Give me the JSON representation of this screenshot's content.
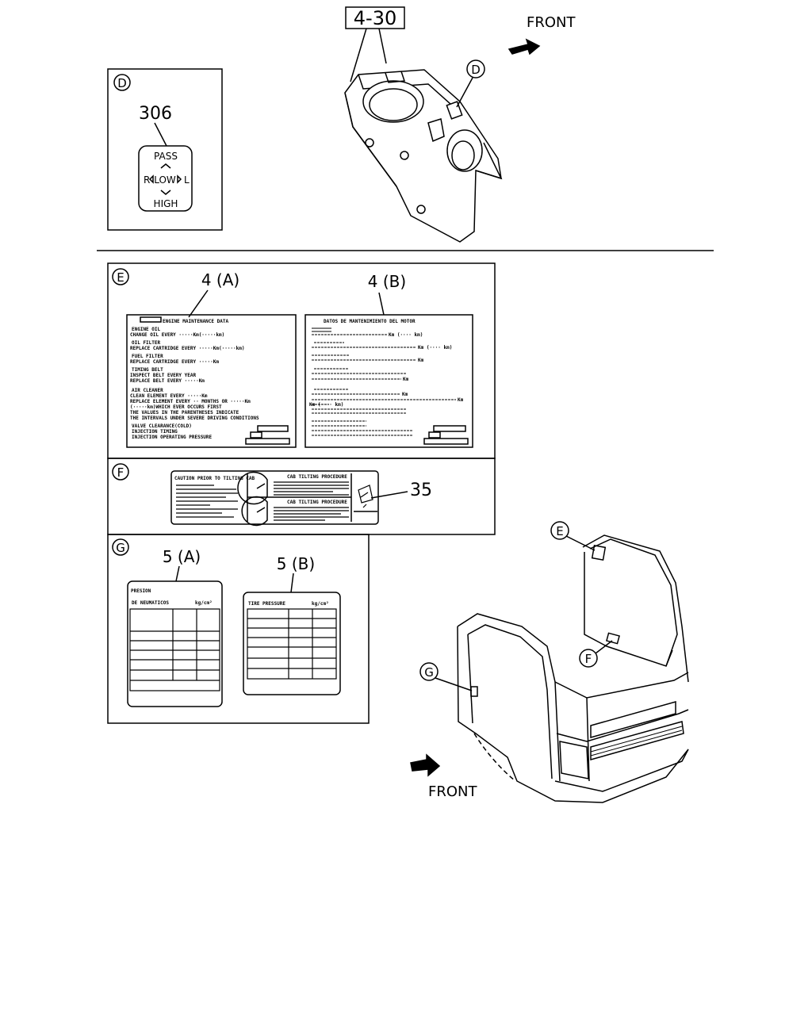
{
  "top": {
    "part_ref": "4-30",
    "front_label": "FRONT",
    "callout_d": "D"
  },
  "panel_d": {
    "id": "D",
    "part_number": "306",
    "switch": {
      "top": "PASS",
      "left": "R",
      "middle": "LOW",
      "right": "L",
      "bottom": "HIGH"
    }
  },
  "panel_e": {
    "id": "E",
    "label_a": {
      "ref": "4 (A)",
      "title": "ENGINE MAINTENANCE DATA",
      "lines": [
        "ENGINE OIL",
        "CHANGE OIL EVERY ·····Km(·····km)",
        "OIL FILTER",
        "REPLACE CARTRIDGE EVERY ·····Km(·····km)",
        "FUEL FILTER",
        "REPLACE CARTRIDGE EVERY ·····Km",
        "TIMING BELT",
        "INSPECT BELT EVERY YEAR",
        "REPLACE BELT EVERY ·····Km",
        "AIR CLEANER",
        "CLEAN ELEMENT EVERY ·····Km",
        "REPLACE ELEMENT EVERY ·· MONTHS OR ·····Km",
        "(·····km)WHICH EVER OCCURS FIRST",
        "THE VALUES IN THE PARENTHESES INDICATE",
        "THE INTERVALS UNDER SEVERE DRIVING CONDITIONS",
        "VALVE CLEARANCE(COLD)",
        "INJECTION TIMING",
        "INJECTION OPERATING PRESSURE"
      ]
    },
    "label_b": {
      "ref": "4 (B)",
      "title": "DATOS DE MANTENIMIENTO DEL MOTOR",
      "units": [
        "Km (···· km)",
        "Km (···· km)",
        "Km",
        "Km",
        "Km",
        "Km",
        "Km (···· km)"
      ]
    }
  },
  "panel_f": {
    "id": "F",
    "part_number": "35",
    "left_title": "CAUTION PRIOR TO TILTING CAB",
    "middle_title_1": "CAB TILTING PROCEDURE",
    "middle_title_2": "CAB TILTING PROCEDURE"
  },
  "panel_g": {
    "id": "G",
    "label_a": {
      "ref": "5 (A)",
      "title_1": "PRESION",
      "title_2": "DE NEUMATICOS",
      "unit": "kg/cm²"
    },
    "label_b": {
      "ref": "5 (B)",
      "title": "TIRE PRESSURE",
      "unit": "kg/cm²"
    }
  },
  "cab": {
    "callout_e": "E",
    "callout_f": "F",
    "callout_g": "G",
    "front_label": "FRONT"
  }
}
